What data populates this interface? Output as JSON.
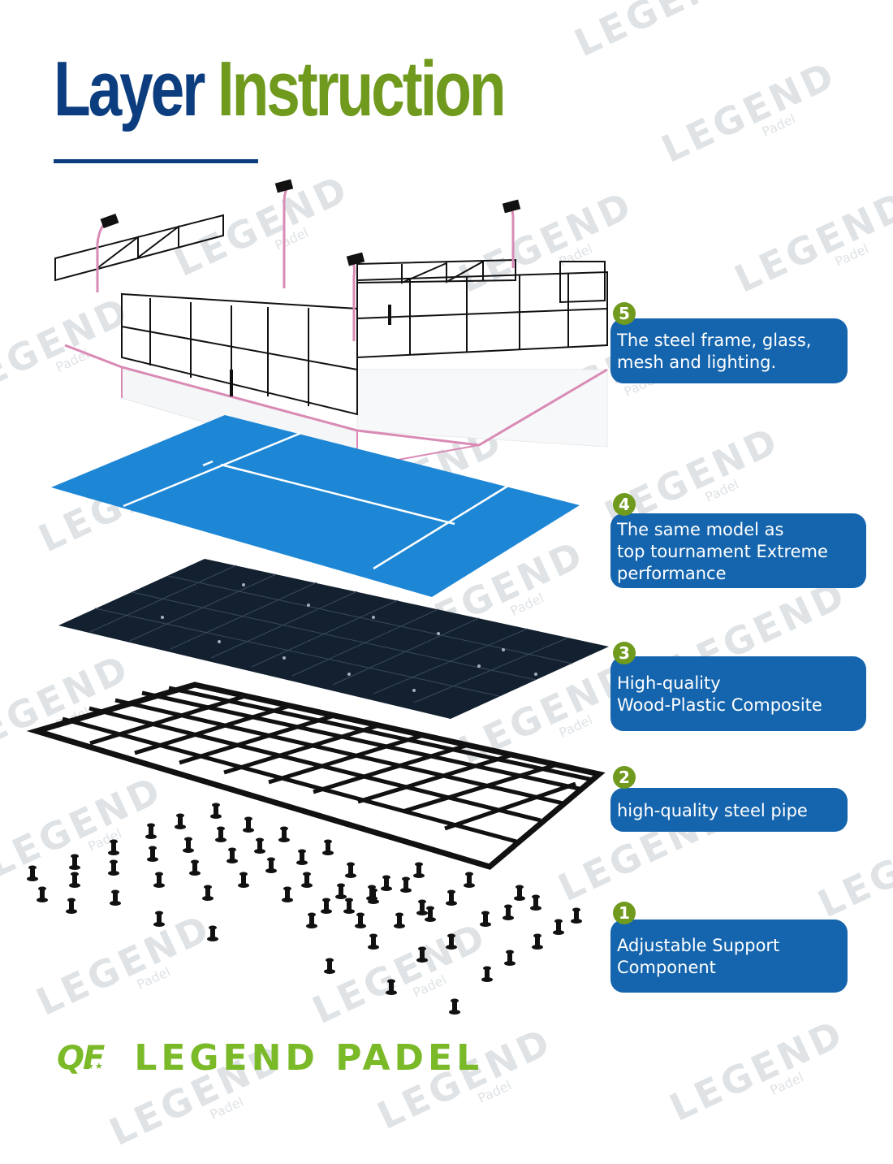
{
  "title": {
    "word1": "Layer",
    "word2": "Instruction"
  },
  "watermark": {
    "brand": "LEGEND",
    "sub": "Padel"
  },
  "colors": {
    "title_blue": "#0c3e7f",
    "title_green": "#6f9a1d",
    "callout_blue": "#1565ae",
    "badge_green": "#6f9a1d",
    "court_blue": "#1d87d6",
    "frame_pink": "#d98ab5",
    "brand_green": "#7ab928"
  },
  "layers": [
    {
      "number": "5",
      "lines": [
        "The steel frame, glass,",
        "mesh and lighting."
      ]
    },
    {
      "number": "4",
      "lines": [
        "The same model as",
        "top tournament Extreme",
        "performance"
      ]
    },
    {
      "number": "3",
      "lines": [
        "High-quality",
        "Wood-Plastic Composite"
      ]
    },
    {
      "number": "2",
      "lines": [
        "high-quality steel pipe"
      ]
    },
    {
      "number": "1",
      "lines": [
        "Adjustable Support",
        "Component"
      ]
    }
  ],
  "brand": {
    "logo_letters": "QF",
    "logo_stars": "★★",
    "name": "LEGEND PADEL"
  }
}
